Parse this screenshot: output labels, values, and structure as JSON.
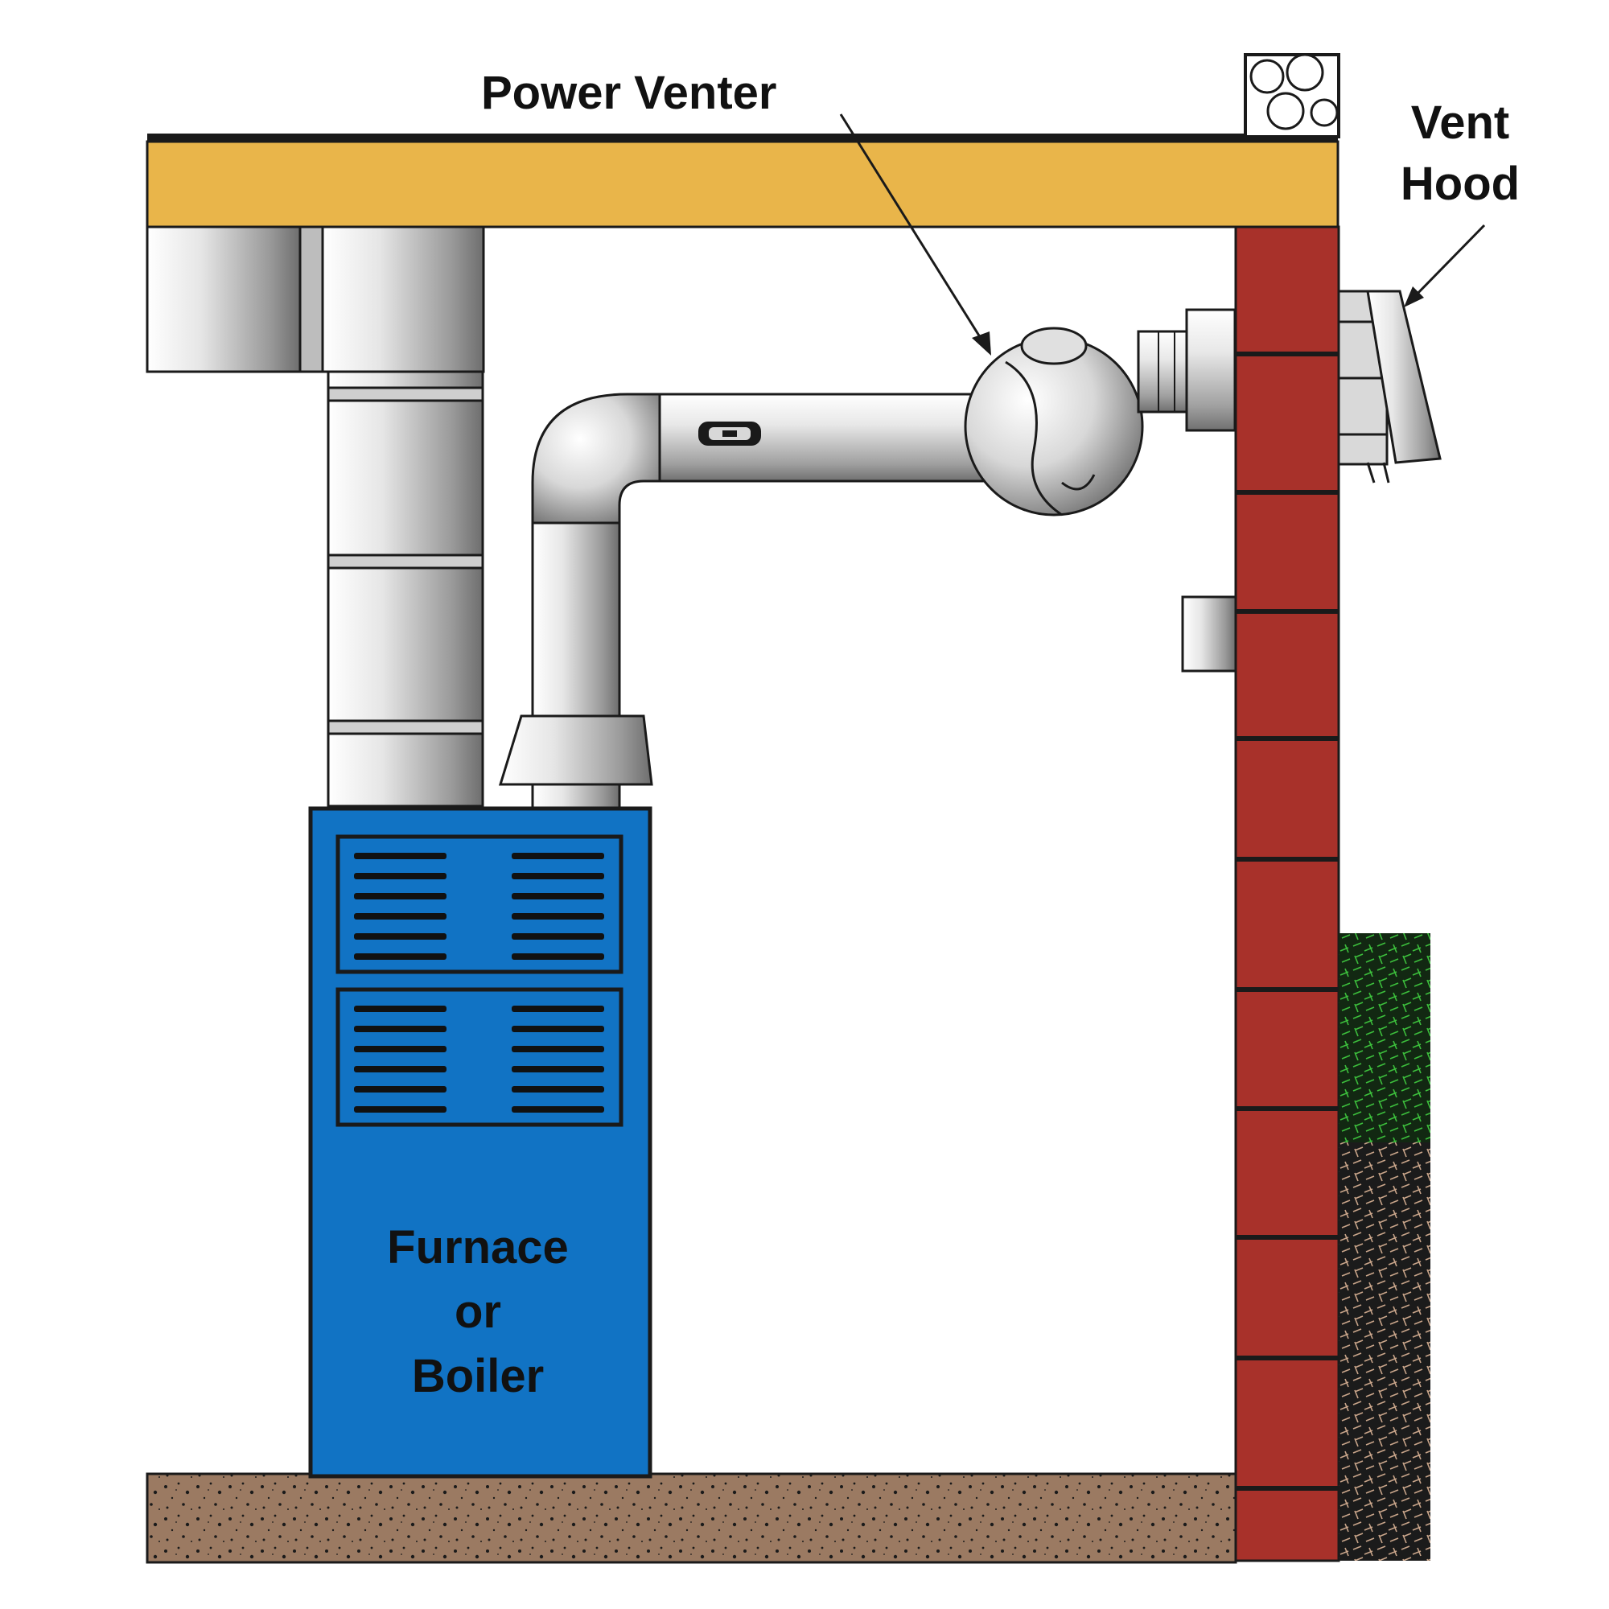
{
  "labels": {
    "power_venter": "Power Venter",
    "vent_hood_line1": "Vent",
    "vent_hood_line2": "Hood",
    "furnace_line1": "Furnace",
    "furnace_line2": "or",
    "furnace_line3": "Boiler"
  },
  "colors": {
    "joist": "#e9b54a",
    "furnace": "#1173c4",
    "brick": "#a8312a",
    "soil": "#9b7a62",
    "metal_light": "#f2f2f2",
    "metal_dark": "#7a7a7a",
    "outline": "#1a1a1a",
    "grass": "#2e8b2e"
  }
}
